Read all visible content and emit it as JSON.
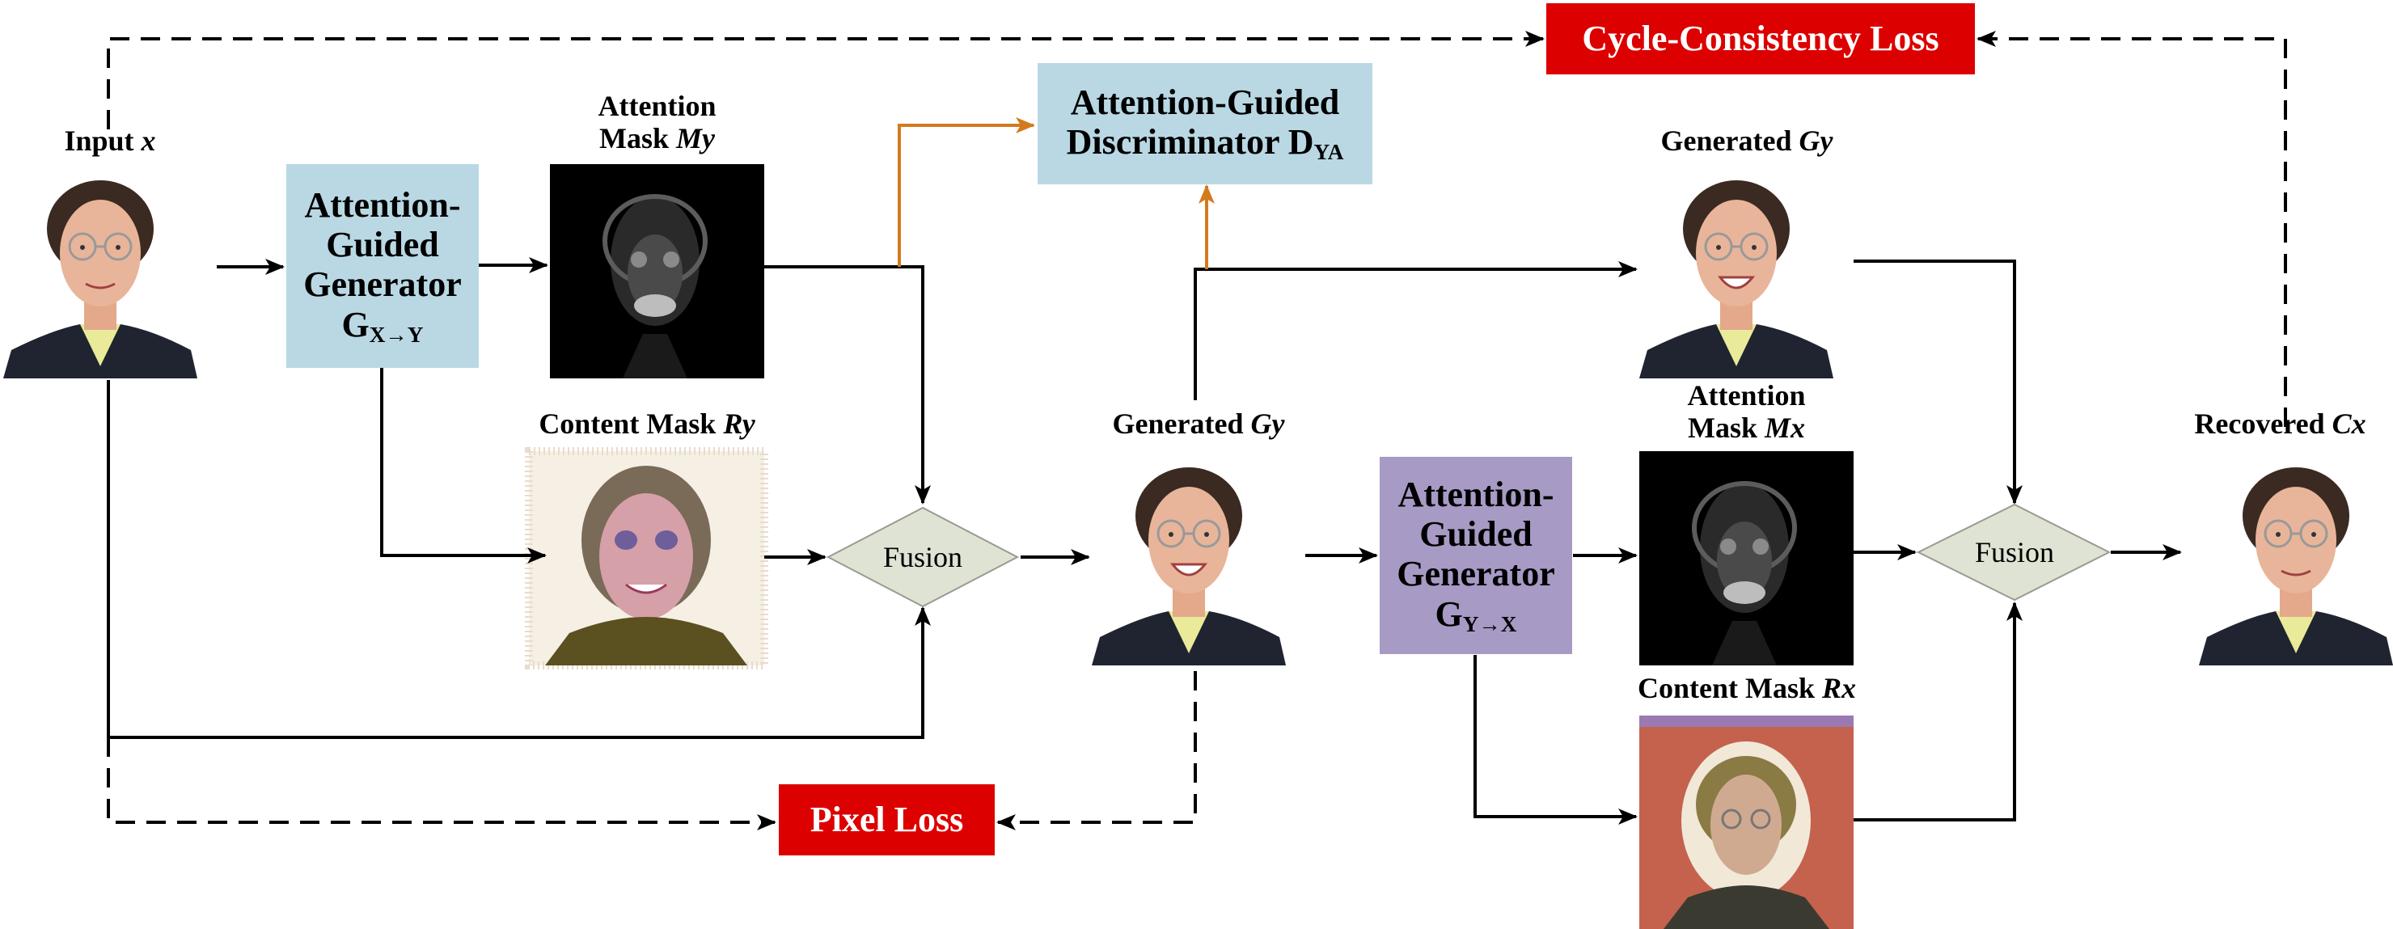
{
  "labels": {
    "input": {
      "text": "Input ",
      "var": "x"
    },
    "attention_my": {
      "line1": "Attention",
      "line2": "Mask ",
      "var": "My"
    },
    "content_ry": {
      "text": "Content Mask ",
      "var": "Ry"
    },
    "generated_gy_top": {
      "text": "Generated ",
      "var": "Gy"
    },
    "generated_gy_mid": {
      "text": "Generated ",
      "var": "Gy"
    },
    "attention_mx": {
      "line1": "Attention",
      "line2": "Mask ",
      "var": "Mx"
    },
    "content_rx": {
      "text": "Content Mask ",
      "var": "Rx"
    },
    "recovered": {
      "text": "Recovered ",
      "var": "Cx"
    }
  },
  "boxes": {
    "gen_xy": {
      "line1": "Attention-",
      "line2": "Guided",
      "line3": "Generator",
      "symbol": "G",
      "sub": "X→Y"
    },
    "gen_yx": {
      "line1": "Attention-",
      "line2": "Guided",
      "line3": "Generator",
      "symbol": "G",
      "sub": "Y→X"
    },
    "disc": {
      "line1": "Attention-Guided",
      "line2": "Discriminator D",
      "sub": "YA"
    },
    "cycle_loss": "Cycle-Consistency Loss",
    "pixel_loss": "Pixel Loss",
    "fusion1": "Fusion",
    "fusion2": "Fusion"
  },
  "colors": {
    "generator_xy": "#b9d8e4",
    "generator_yx": "#a79ac4",
    "discriminator": "#b9d8e4",
    "loss": "#dc0000",
    "fusion": "#dfe3d4",
    "disc_arrow": "#d47a1e"
  }
}
